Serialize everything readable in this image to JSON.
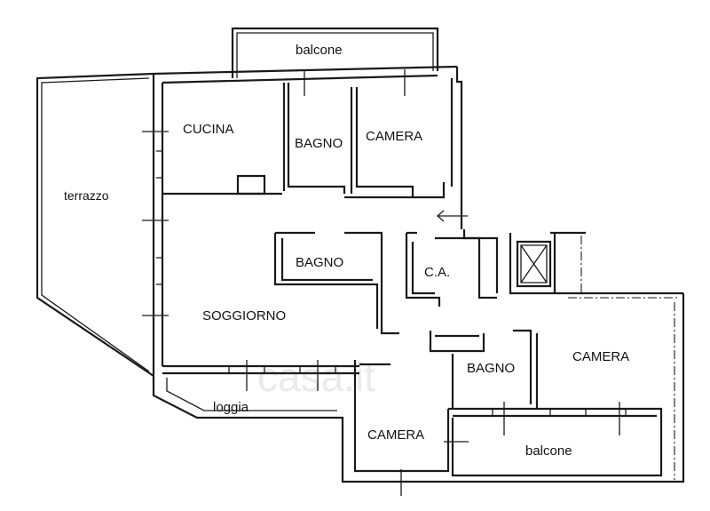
{
  "rooms": {
    "balcone_top": "balcone",
    "terrazzo": "terrazzo",
    "cucina": "CUCINA",
    "bagno_top": "BAGNO",
    "camera_top": "CAMERA",
    "bagno_center": "BAGNO",
    "ca": "C.A.",
    "soggiorno": "SOGGIORNO",
    "bagno_right": "BAGNO",
    "camera_right": "CAMERA",
    "loggia": "loggia",
    "camera_bottom": "CAMERA",
    "balcone_bottom": "balcone"
  },
  "watermark": {
    "text": "casa.it"
  },
  "colors": {
    "wall": "#1a1a1a",
    "background": "#ffffff",
    "watermark": "#d9d9d9"
  }
}
